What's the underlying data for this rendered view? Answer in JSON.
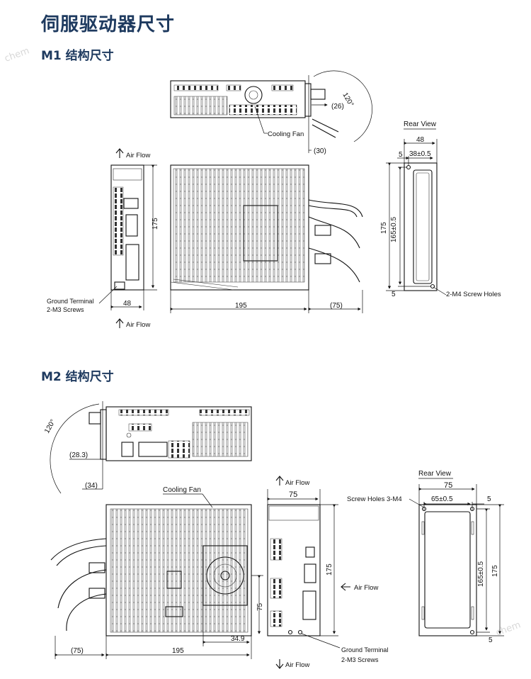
{
  "page_title": "伺服驱动器尺寸",
  "watermark_top": "chem",
  "watermark_bottom": "chem",
  "m1": {
    "heading": "M1 结构尺寸",
    "angle": "120°",
    "dim_26": "(26)",
    "dim_30": "(30)",
    "cooling_fan": "Cooling Fan",
    "air_flow_top": "Air Flow",
    "air_flow_bottom": "Air Flow",
    "dim_175_front": "175",
    "dim_48_front": "48",
    "ground_terminal": "Ground Terminal",
    "m3_screws": "2-M3 Screws",
    "dim_195": "195",
    "dim_75": "(75)",
    "rear_view": "Rear View",
    "rear_48": "48",
    "rear_5": "5",
    "rear_38": "38±0.5",
    "rear_175": "175",
    "rear_165": "165±0.5",
    "rear_5b": "5",
    "screw_holes": "2-M4 Screw Holes"
  },
  "m2": {
    "heading": "M2 结构尺寸",
    "angle": "120°",
    "dim_283": "(28.3)",
    "dim_34": "(34)",
    "cooling_fan": "Cooling Fan",
    "air_flow_top": "Air Flow",
    "dim_75_front": "75",
    "air_flow_side": "Air Flow",
    "dim_175_front": "175",
    "air_flow_bottom": "Air Flow",
    "ground_terminal": "Ground Terminal",
    "m3_screws": "2-M3 Screws",
    "dim_75_side": "(75)",
    "dim_195": "195",
    "dim_75_v": "75",
    "dim_349": "34.9",
    "rear_view": "Rear View",
    "rear_75": "75",
    "screw_holes": "Screw Holes 3-M4",
    "rear_65": "65±0.5",
    "rear_5": "5",
    "rear_165": "165±0.5",
    "rear_175": "175",
    "rear_5b": "5"
  }
}
